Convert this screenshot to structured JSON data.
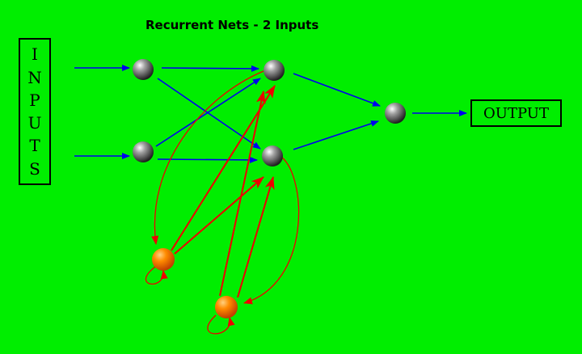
{
  "title": "Recurrent Nets - 2 Inputs",
  "inputs_label": [
    "I",
    "N",
    "P",
    "U",
    "T",
    "S"
  ],
  "output_label": "OUTPUT",
  "colors": {
    "background": "#00ee00",
    "feedforward_arrow": "#0000ee",
    "recurrent_arrow": "#ee0000",
    "hidden_node": "#808080",
    "context_node": "#ff7a00"
  }
}
